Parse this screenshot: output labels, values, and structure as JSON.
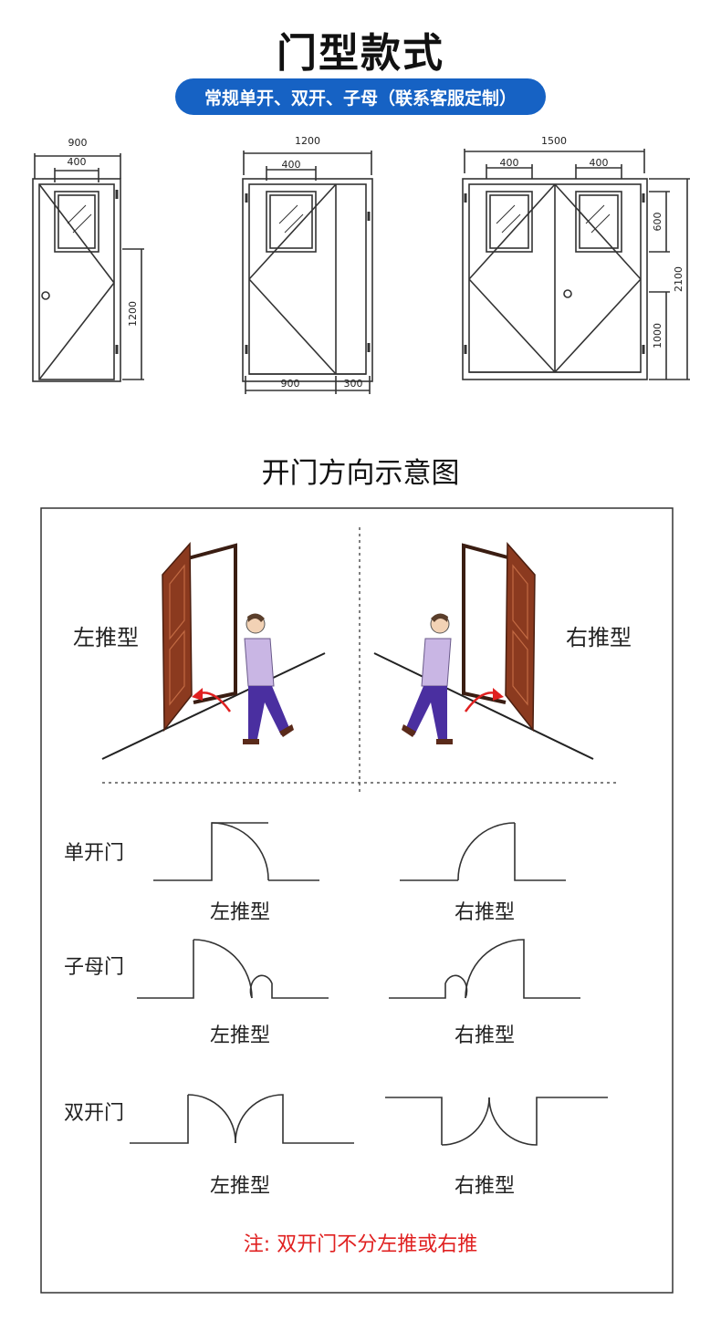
{
  "header": {
    "title": "门型款式",
    "subtitle": "常规单开、双开、子母（联系客服定制）"
  },
  "door_styles": {
    "single": {
      "overall": "900",
      "window": "400",
      "handle_height": "1200"
    },
    "mother_child": {
      "overall": "1200",
      "window": "400",
      "main_leaf": "900",
      "sub_leaf": "300"
    },
    "double": {
      "overall": "1500",
      "window_left": "400",
      "window_right": "400",
      "window_height": "600",
      "handle_height": "1000",
      "door_height": "2100"
    }
  },
  "direction": {
    "title": "开门方向示意图",
    "left_label": "左推型",
    "right_label": "右推型"
  },
  "plans": [
    {
      "name": "单开门",
      "left": "左推型",
      "right": "右推型"
    },
    {
      "name": "子母门",
      "left": "左推型",
      "right": "右推型"
    },
    {
      "name": "双开门",
      "left": "左推型",
      "right": "右推型"
    }
  ],
  "note": "注: 双开门不分左推或右推",
  "colors": {
    "accent": "#1662c4",
    "note": "#e02020",
    "door_wood": "#8b3a1f",
    "person_shirt": "#c9b6e4",
    "person_pants": "#4a2fa0",
    "arrow": "#e02020"
  }
}
